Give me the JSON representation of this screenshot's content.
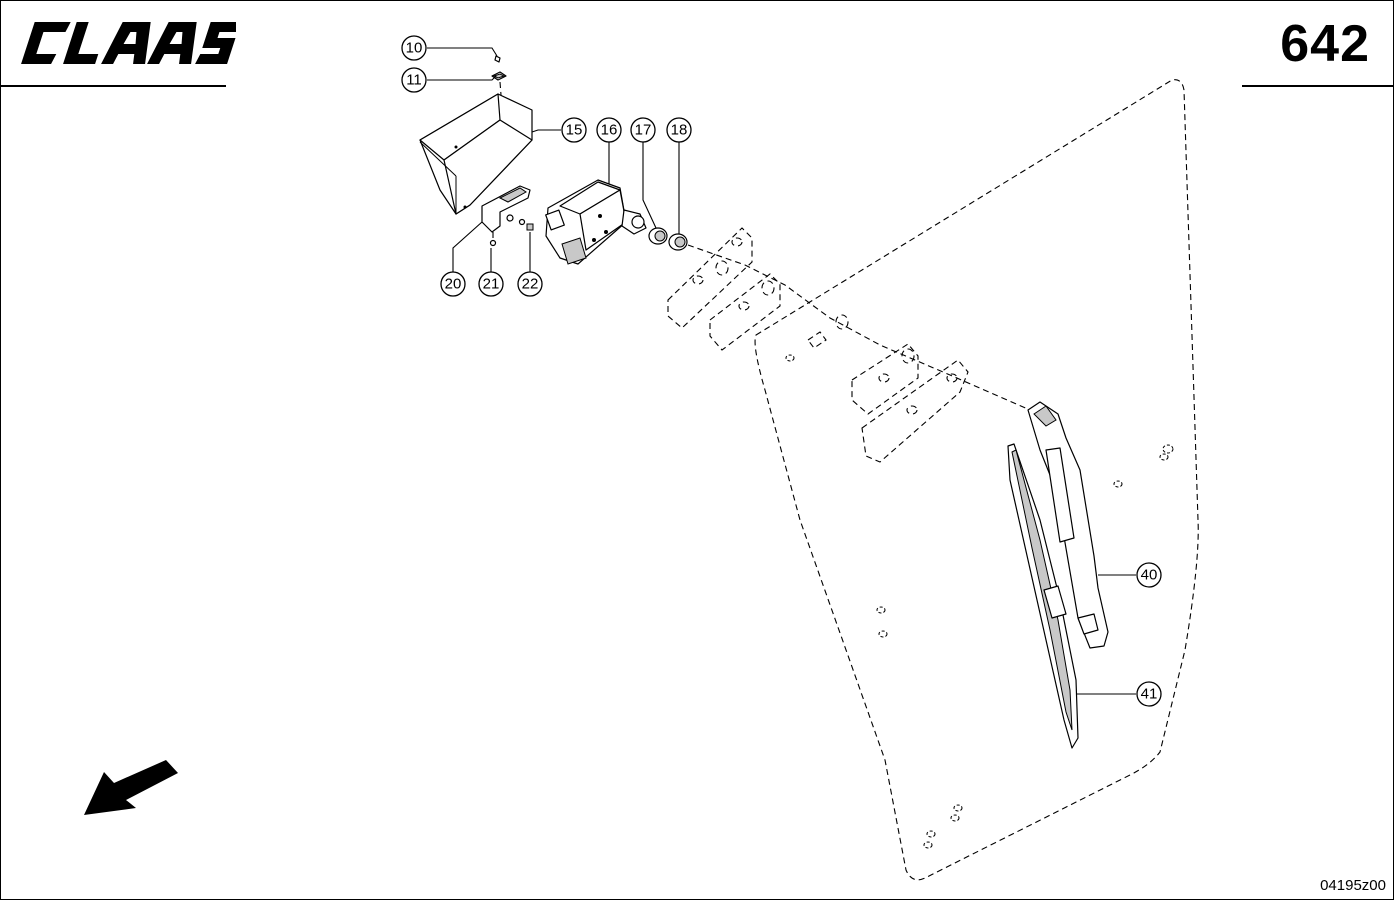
{
  "header": {
    "brand": "CLAAS",
    "page_number": "642"
  },
  "footer": {
    "drawing_code": "04195z00"
  },
  "callouts": [
    {
      "id": "10",
      "label": "10"
    },
    {
      "id": "11",
      "label": "11"
    },
    {
      "id": "15",
      "label": "15"
    },
    {
      "id": "16",
      "label": "16"
    },
    {
      "id": "17",
      "label": "17"
    },
    {
      "id": "18",
      "label": "18"
    },
    {
      "id": "20",
      "label": "20"
    },
    {
      "id": "21",
      "label": "21"
    },
    {
      "id": "22",
      "label": "22"
    },
    {
      "id": "40",
      "label": "40"
    },
    {
      "id": "41",
      "label": "41"
    }
  ],
  "icons": {
    "direction_arrow": "direction-arrow-icon"
  }
}
